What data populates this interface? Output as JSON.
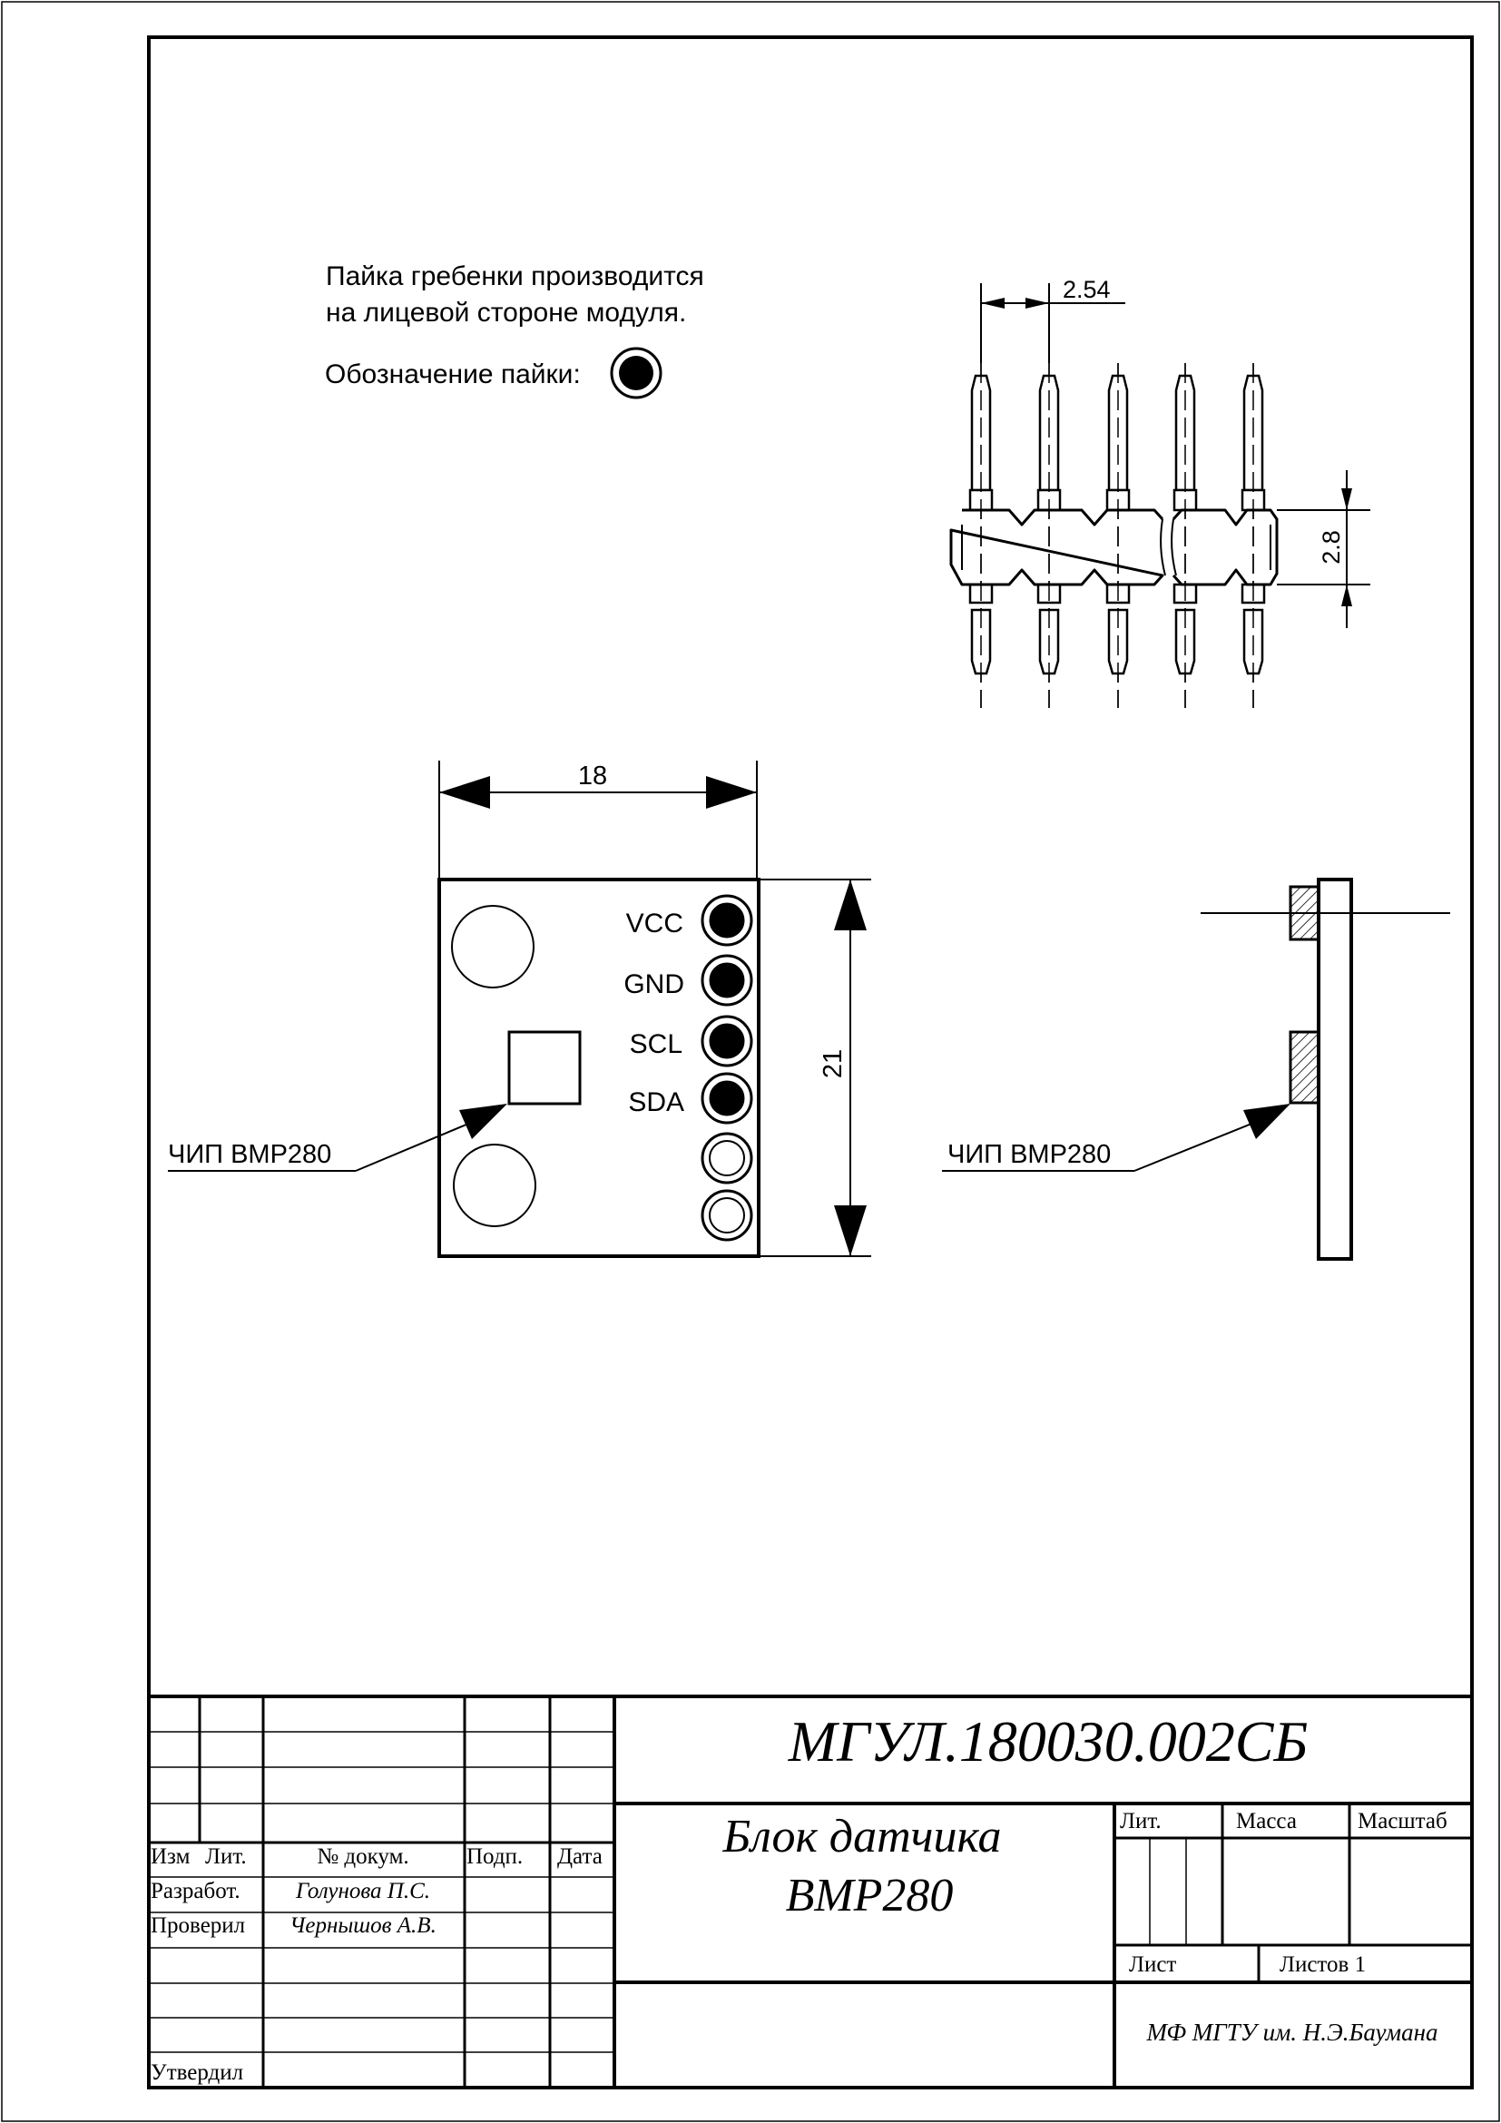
{
  "notes": {
    "line1": "Пайка гребенки производится",
    "line2": "на лицевой стороне модуля.",
    "legend_label": "Обозначение пайки:"
  },
  "dimensions": {
    "pitch": "2.54",
    "header_height": "2.8",
    "board_width": "18",
    "board_height": "21"
  },
  "pins": [
    "VCC",
    "GND",
    "SCL",
    "SDA"
  ],
  "chip_label_front": "ЧИП BMP280",
  "chip_label_side": "ЧИП BMP280",
  "title_block": {
    "designation": "МГУЛ.180030.002СБ",
    "name_line1": "Блок датчика",
    "name_line2": "BMP280",
    "col_izm": "Изм",
    "col_lit": "Лит.",
    "col_dokum": "№ докум.",
    "col_podp": "Подп.",
    "col_data": "Дата",
    "row_razrab": "Разработ.",
    "row_proveril": "Проверил",
    "row_utverdil": "Утвердил",
    "razrab_name": "Голунова П.С.",
    "proveril_name": "Чернышов А.В.",
    "hdr_lit": "Лит.",
    "hdr_massa": "Масса",
    "hdr_masshtab": "Масштаб",
    "sheet_label": "Лист",
    "sheets_label": "Листов 1",
    "organization": "МФ МГТУ им. Н.Э.Баумана"
  }
}
